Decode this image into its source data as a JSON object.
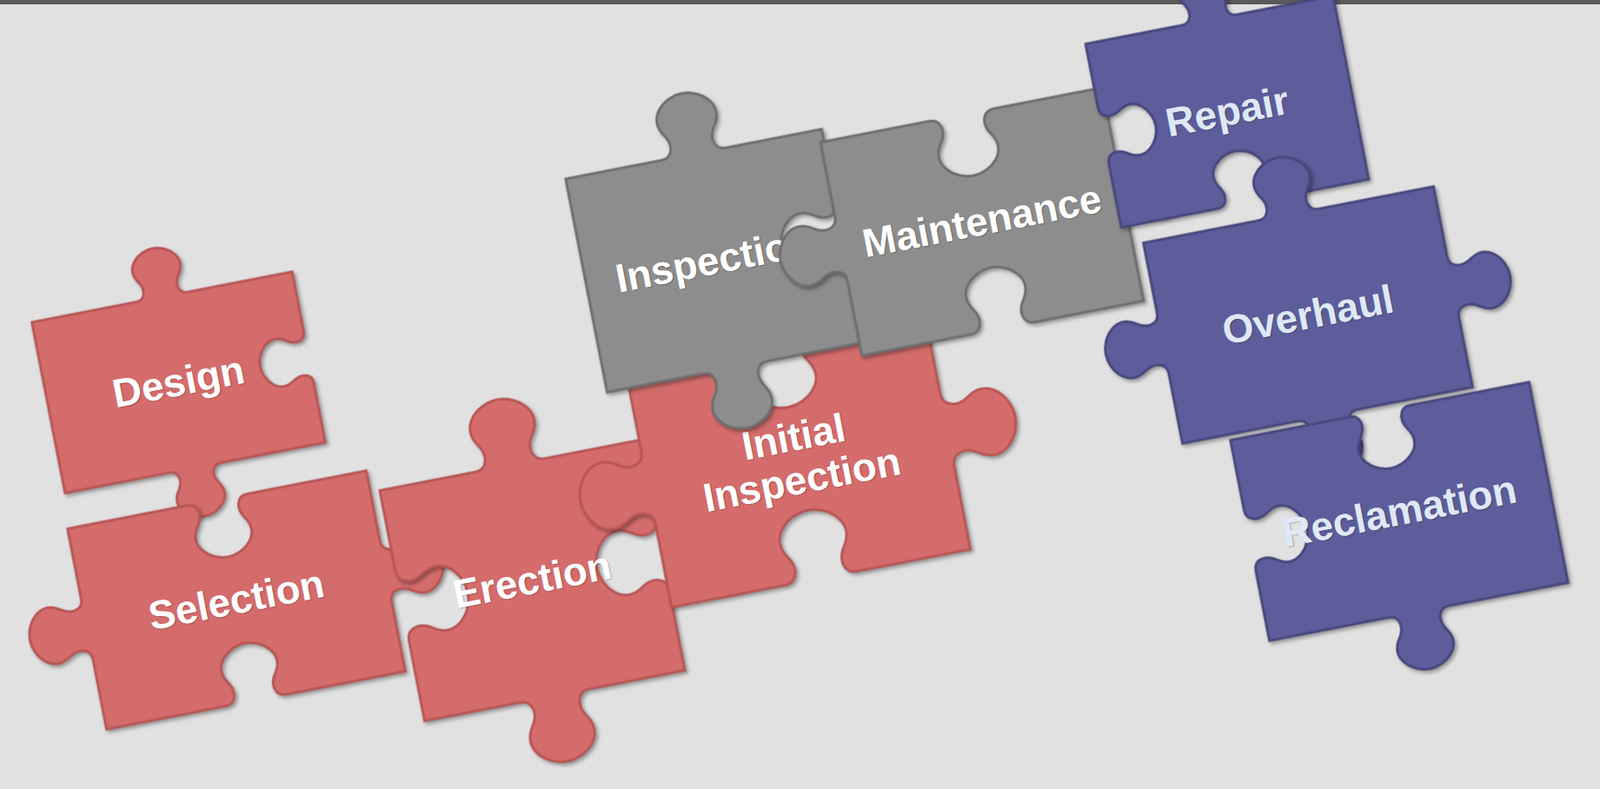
{
  "diagram": {
    "nodes": [
      {
        "text": [
          "Design"
        ]
      },
      {
        "text": [
          "Selection"
        ]
      },
      {
        "text": [
          "Erection"
        ]
      },
      {
        "text": [
          "Initial Inspection"
        ]
      },
      {
        "text": [
          "Inspection"
        ]
      },
      {
        "text": [
          "Maintenance"
        ]
      },
      {
        "text": [
          "Repair"
        ]
      },
      {
        "text": [
          "Overhaul"
        ]
      },
      {
        "text": [
          "Reclamation"
        ]
      }
    ]
  }
}
